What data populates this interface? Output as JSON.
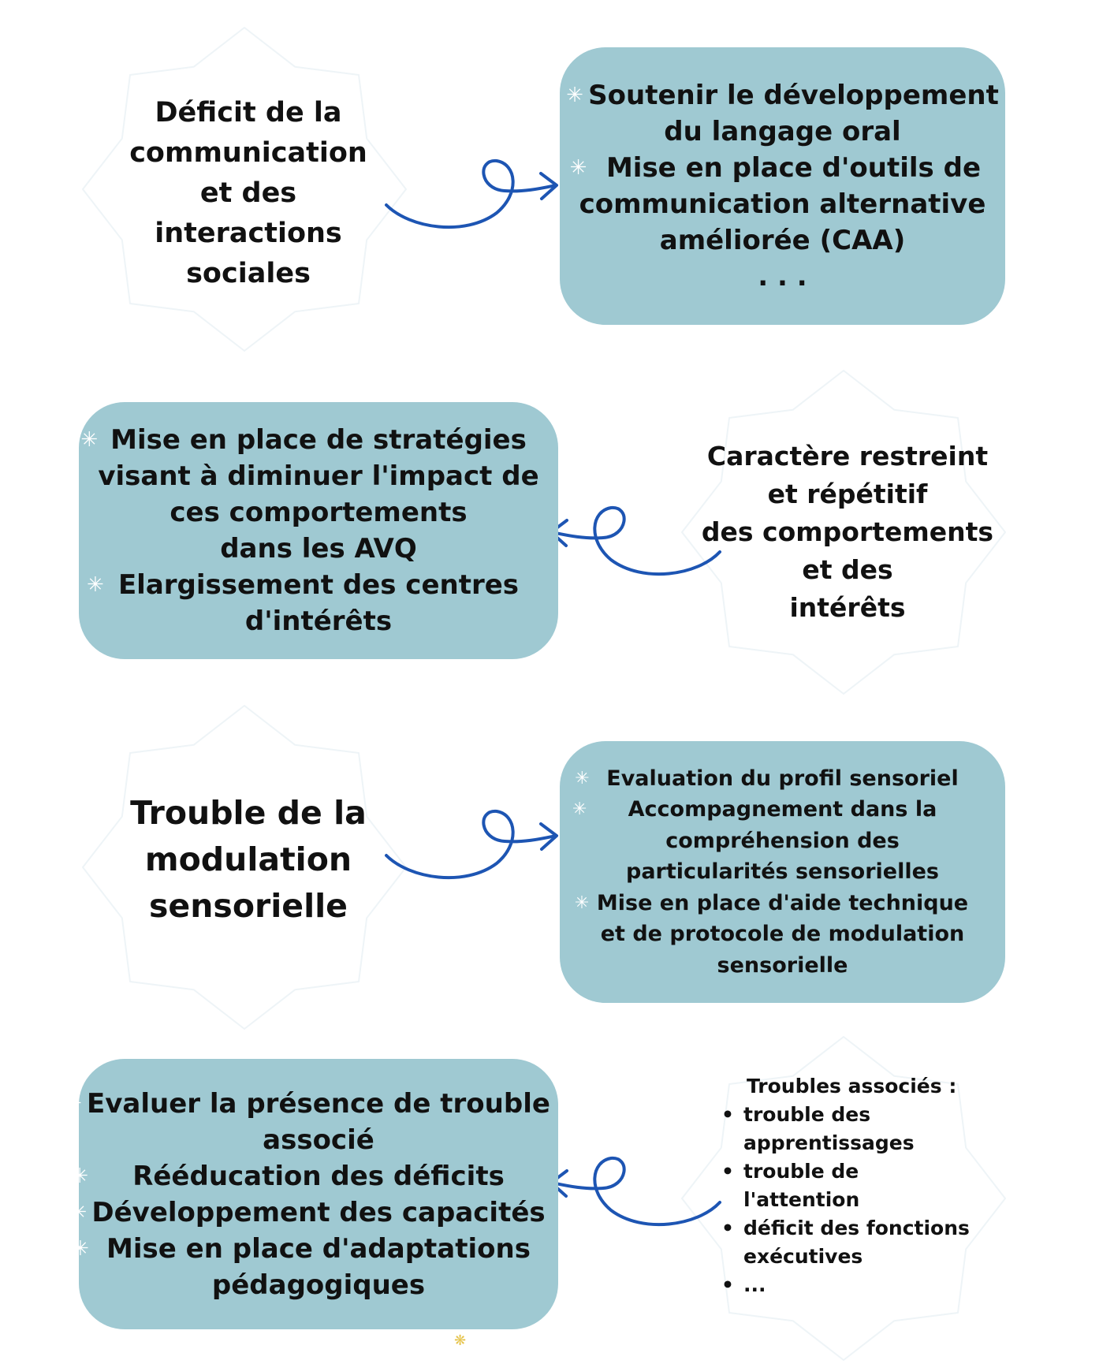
{
  "section1": {
    "concept_lines": [
      "Déficit de la",
      "communication",
      "et des",
      "interactions",
      "sociales"
    ],
    "actions": [
      {
        "lines": [
          "Soutenir le développement",
          "du langage oral"
        ]
      },
      {
        "lines": [
          "Mise en place d'outils de",
          "communication alternative",
          "améliorée (CAA)"
        ]
      }
    ],
    "ellipsis": ". . ."
  },
  "section2": {
    "concept_lines": [
      "Caractère restreint",
      "et répétitif",
      "des comportements",
      "et des",
      "intérêts"
    ],
    "actions": [
      {
        "lines": [
          "Mise en place de stratégies",
          "visant à diminuer l'impact de",
          "ces comportements",
          "dans les AVQ"
        ]
      },
      {
        "lines": [
          "Elargissement des centres",
          "d'intérêts"
        ]
      }
    ]
  },
  "section3": {
    "concept_lines": [
      "Trouble de la",
      "modulation",
      "sensorielle"
    ],
    "actions": [
      {
        "lines": [
          "Evaluation du profil sensoriel"
        ]
      },
      {
        "lines": [
          "Accompagnement dans la",
          "compréhension des",
          "particularités sensorielles"
        ]
      },
      {
        "lines": [
          "Mise en place d'aide technique",
          "et de protocole de modulation",
          "sensorielle"
        ]
      }
    ]
  },
  "section4": {
    "concept_title": "Troubles associés :",
    "concept_items": [
      {
        "lines": [
          "trouble des",
          "apprentissages"
        ]
      },
      {
        "lines": [
          "trouble de",
          "l'attention"
        ]
      },
      {
        "lines": [
          "déficit des fonctions",
          "exécutives"
        ]
      },
      {
        "lines": [
          "..."
        ]
      }
    ],
    "actions": [
      {
        "lines": [
          "Evaluer la présence de trouble",
          "associé"
        ]
      },
      {
        "lines": [
          "Rééducation des déficits"
        ]
      },
      {
        "lines": [
          "Développement des capacités"
        ]
      },
      {
        "lines": [
          "Mise en place d'adaptations",
          "pédagogiques"
        ]
      }
    ]
  },
  "glyphs": {
    "action_bullet": "✳",
    "list_bullet": "•",
    "sparkle": "❋"
  },
  "colors": {
    "box_fill": "#9fc9d2",
    "arrow": "#1d55b3",
    "text": "#111111",
    "bullet": "#ffffff"
  }
}
